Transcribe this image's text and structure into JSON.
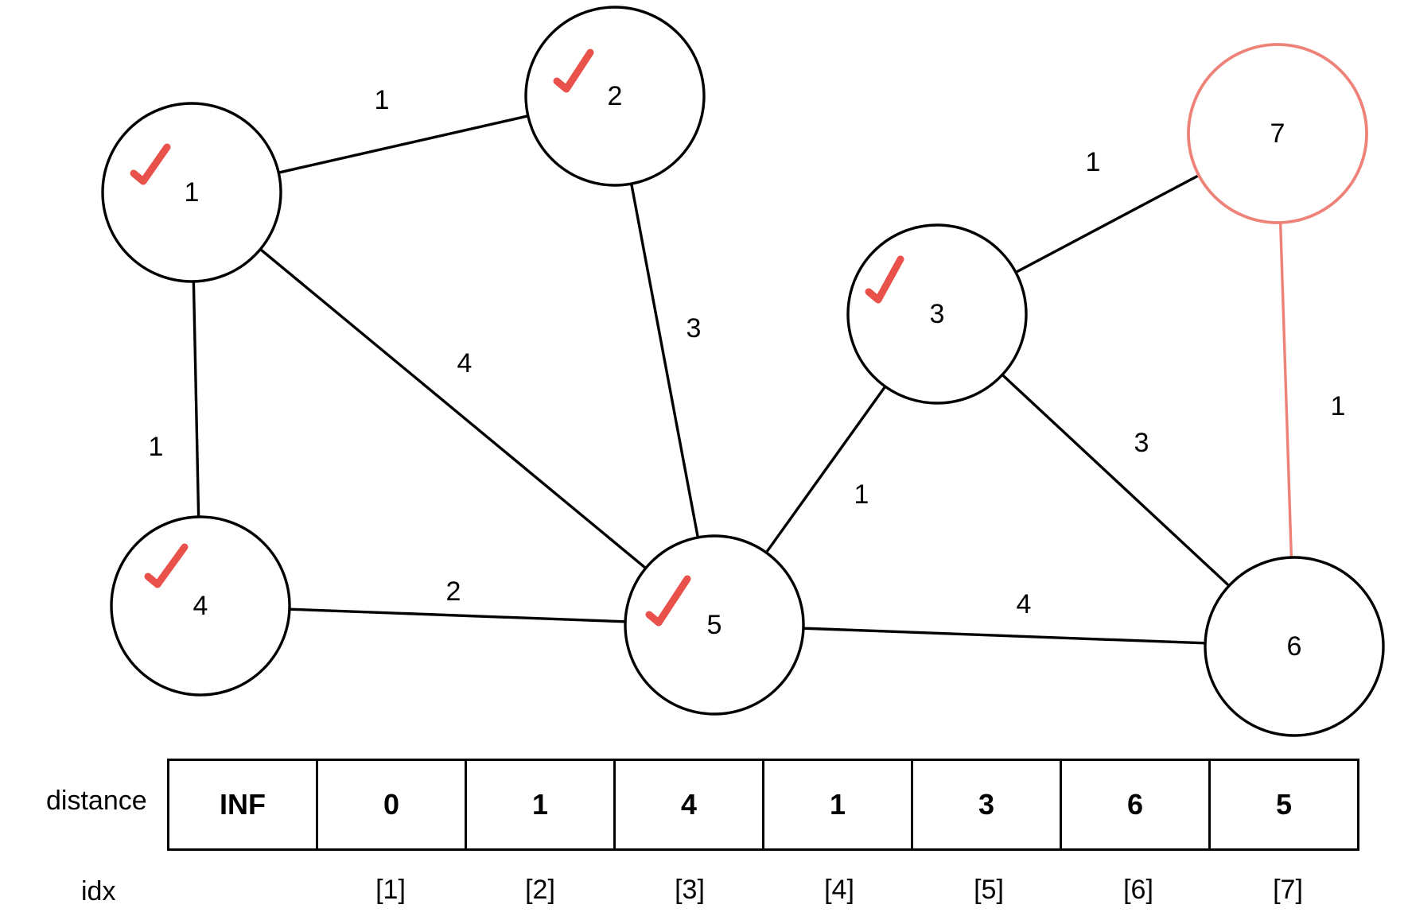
{
  "nodes": [
    {
      "id": "1",
      "label": "1",
      "visited": true,
      "active": false
    },
    {
      "id": "2",
      "label": "2",
      "visited": true,
      "active": false
    },
    {
      "id": "3",
      "label": "3",
      "visited": true,
      "active": false
    },
    {
      "id": "4",
      "label": "4",
      "visited": true,
      "active": false
    },
    {
      "id": "5",
      "label": "5",
      "visited": true,
      "active": false
    },
    {
      "id": "6",
      "label": "6",
      "visited": false,
      "active": false
    },
    {
      "id": "7",
      "label": "7",
      "visited": false,
      "active": true
    }
  ],
  "edges": [
    {
      "from": "1",
      "to": "2",
      "weight": "1",
      "active": false
    },
    {
      "from": "1",
      "to": "4",
      "weight": "1",
      "active": false
    },
    {
      "from": "1",
      "to": "5",
      "weight": "4",
      "active": false
    },
    {
      "from": "2",
      "to": "5",
      "weight": "3",
      "active": false
    },
    {
      "from": "4",
      "to": "5",
      "weight": "2",
      "active": false
    },
    {
      "from": "5",
      "to": "3",
      "weight": "1",
      "active": false
    },
    {
      "from": "5",
      "to": "6",
      "weight": "4",
      "active": false
    },
    {
      "from": "3",
      "to": "7",
      "weight": "1",
      "active": false
    },
    {
      "from": "3",
      "to": "6",
      "weight": "3",
      "active": false
    },
    {
      "from": "7",
      "to": "6",
      "weight": "1",
      "active": true
    }
  ],
  "table": {
    "distance_label": "distance",
    "idx_label": "idx",
    "distance": [
      "INF",
      "0",
      "1",
      "4",
      "1",
      "3",
      "6",
      "5"
    ],
    "idx": [
      "",
      "[1]",
      "[2]",
      "[3]",
      "[4]",
      "[5]",
      "[6]",
      "[7]"
    ]
  },
  "colors": {
    "visited_check": "#e9514b",
    "active_highlight": "#ee8278",
    "line": "#000000"
  },
  "icons": {
    "visited": "checkmark-icon"
  }
}
